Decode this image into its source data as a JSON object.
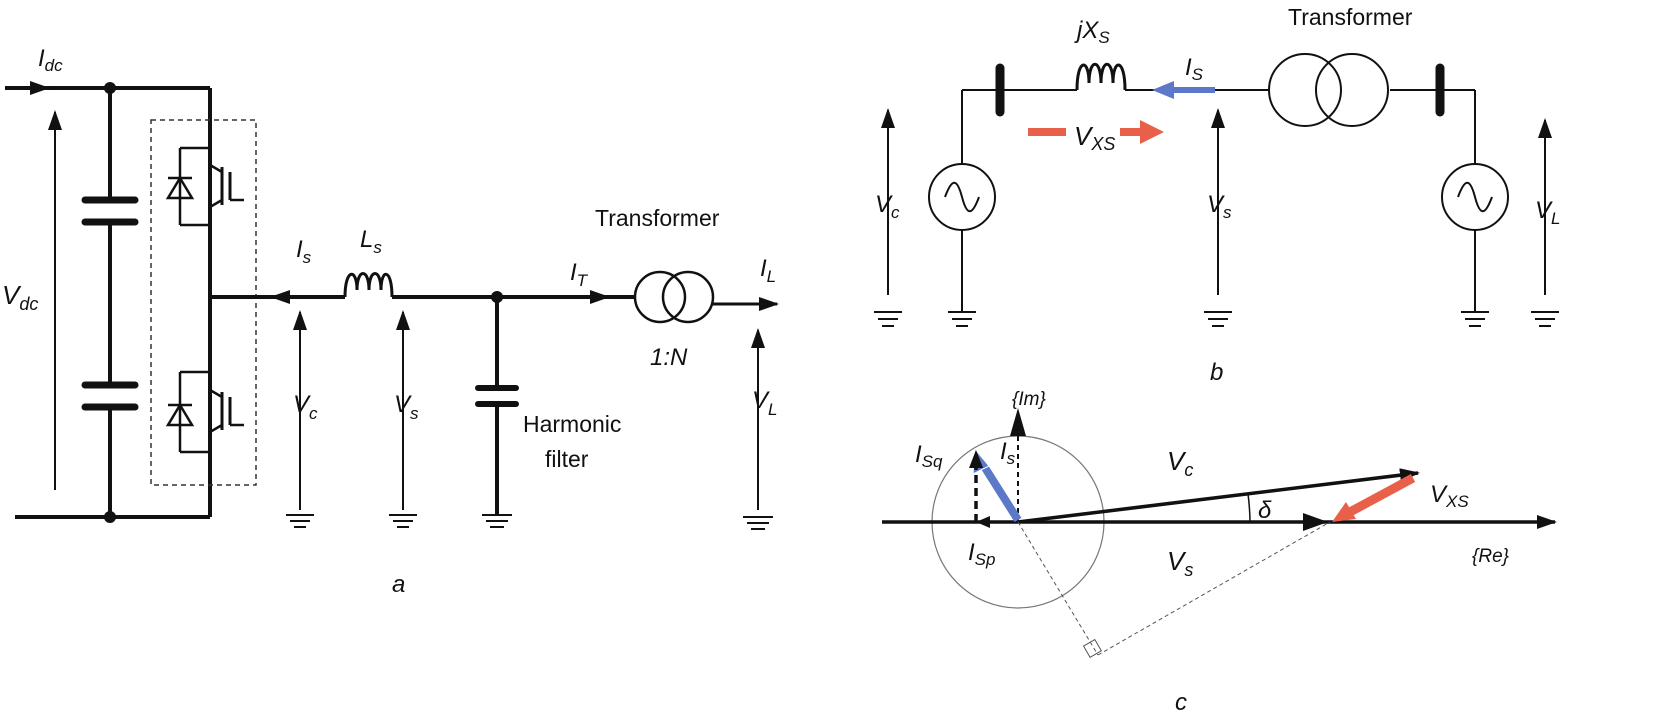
{
  "panel_a": {
    "caption": "a",
    "idc": {
      "main": "I",
      "sub": "dc"
    },
    "vdc": {
      "main": "V",
      "sub": "dc"
    },
    "is": {
      "main": "I",
      "sub": "s"
    },
    "ls": {
      "main": "L",
      "sub": "s"
    },
    "vc": {
      "main": "V",
      "sub": "c"
    },
    "vs": {
      "main": "V",
      "sub": "s"
    },
    "it": {
      "main": "I",
      "sub": "T"
    },
    "il": {
      "main": "I",
      "sub": "L"
    },
    "vl": {
      "main": "V",
      "sub": "L"
    },
    "transformer": "Transformer",
    "ratio": "1:N",
    "filter_line1": "Harmonic",
    "filter_line2": "filter"
  },
  "panel_b": {
    "caption": "b",
    "jxs": {
      "main": "jX",
      "sub": "S"
    },
    "is": {
      "main": "I",
      "sub": "S"
    },
    "vxs": {
      "main": "V",
      "sub": "XS"
    },
    "vc": {
      "main": "V",
      "sub": "c"
    },
    "vs": {
      "main": "V",
      "sub": "s"
    },
    "vl": {
      "main": "V",
      "sub": "L"
    },
    "transformer": "Transformer"
  },
  "panel_c": {
    "caption": "c",
    "im_axis": "{Im}",
    "re_axis": "{Re}",
    "isq": {
      "main": "I",
      "sub": "Sq"
    },
    "is": {
      "main": "I",
      "sub": "s"
    },
    "isp": {
      "main": "I",
      "sub": "Sp"
    },
    "vc": {
      "main": "V",
      "sub": "c"
    },
    "vs": {
      "main": "V",
      "sub": "s"
    },
    "vxs": {
      "main": "V",
      "sub": "XS"
    },
    "delta": "δ"
  },
  "colors": {
    "blue": "#5b78c9",
    "red": "#e8604a",
    "line": "#111111"
  }
}
